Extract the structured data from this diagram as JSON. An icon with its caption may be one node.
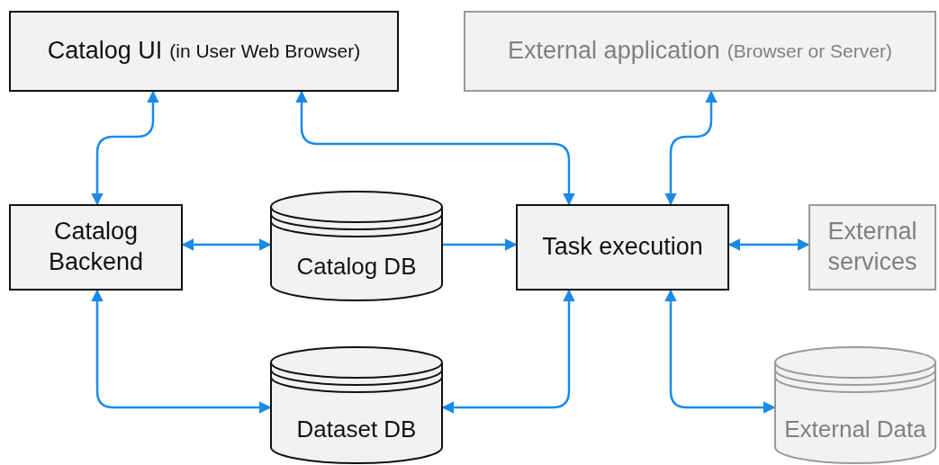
{
  "diagram": {
    "nodes": [
      {
        "text": [
          "Catalog UI",
          "(in User Web Browser)"
        ]
      },
      {
        "text": [
          "External application",
          "(Browser or Server)"
        ]
      },
      {
        "text": [
          "Catalog Backend"
        ]
      },
      {
        "text": [
          "Catalog DB"
        ]
      },
      {
        "text": [
          "Task execution"
        ]
      },
      {
        "text": [
          "External services"
        ]
      },
      {
        "text": [
          "Dataset DB"
        ]
      },
      {
        "text": [
          "External Data"
        ]
      }
    ],
    "edges": [
      {
        "from": 0,
        "to": 2,
        "arrow": "both"
      },
      {
        "from": 0,
        "to": 4,
        "arrow": "both"
      },
      {
        "from": 1,
        "to": 4,
        "arrow": "both"
      },
      {
        "from": 2,
        "to": 3,
        "arrow": "both"
      },
      {
        "from": 3,
        "to": 4,
        "arrow": "to"
      },
      {
        "from": 4,
        "to": 5,
        "arrow": "both"
      },
      {
        "from": 2,
        "to": 6,
        "arrow": "both"
      },
      {
        "from": 6,
        "to": 4,
        "arrow": "both"
      },
      {
        "from": 4,
        "to": 7,
        "arrow": "both"
      }
    ]
  }
}
